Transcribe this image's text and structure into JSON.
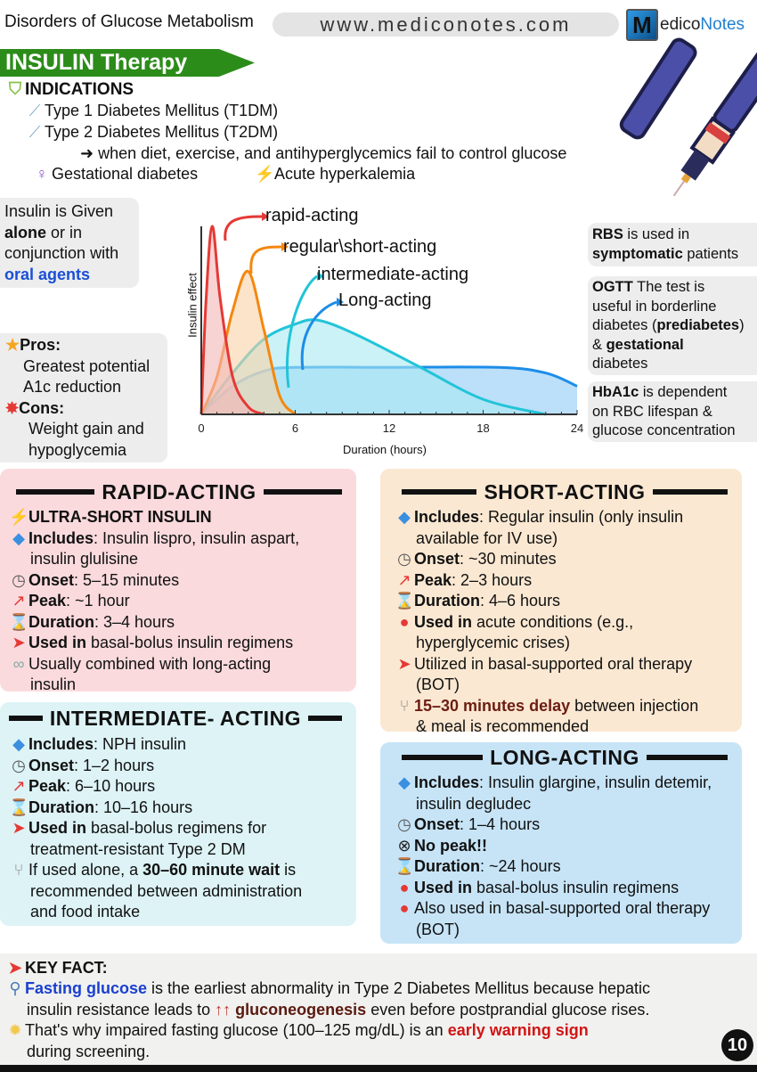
{
  "header": {
    "subject": "Disorders of Glucose Metabolism",
    "url": "www.mediconotes.com",
    "logo_m": "M",
    "logo_text1": "edico",
    "logo_text2": "Notes"
  },
  "title": "INSULIN Therapy",
  "indications": {
    "heading": "INDICATIONS",
    "type1": "Type 1 Diabetes Mellitus (T1DM)",
    "type2": "Type 2 Diabetes Mellitus (T2DM)",
    "type2_note": "➜ when diet, exercise, and antihyperglycemics fail to control glucose",
    "gestational": "Gestational diabetes",
    "hyperkalemia": "Acute hyperkalemia"
  },
  "side_note": [
    {
      "t": "Insulin is Given"
    },
    {
      "br": 1
    },
    {
      "t": "alone",
      "b": 1
    },
    {
      "t": " or in"
    },
    {
      "br": 1
    },
    {
      "t": "conjunction with"
    },
    {
      "br": 1
    },
    {
      "t": "oral agents",
      "b": 1,
      "c": "#1a4fd6"
    }
  ],
  "pros_cons": {
    "pros_label": "Pros:",
    "pros_lines": [
      "Greatest potential",
      "A1c reduction"
    ],
    "cons_label": "Cons:",
    "cons_lines": [
      "Weight gain and",
      "hypoglycemia"
    ]
  },
  "right_notes": {
    "rbs": [
      {
        "t": "RBS",
        "b": 1
      },
      {
        "t": " is used in"
      },
      {
        "br": 1
      },
      {
        "t": "symptomatic",
        "b": 1
      },
      {
        "t": " patients"
      }
    ],
    "ogtt": [
      {
        "t": "OGTT",
        "b": 1
      },
      {
        "t": " The test is"
      },
      {
        "br": 1
      },
      {
        "t": "useful in borderline"
      },
      {
        "br": 1
      },
      {
        "t": "diabetes ("
      },
      {
        "t": "prediabetes",
        "b": 1
      },
      {
        "t": ")"
      },
      {
        "br": 1
      },
      {
        "t": "& "
      },
      {
        "t": "gestational",
        "b": 1
      },
      {
        "br": 1
      },
      {
        "t": "diabetes"
      }
    ],
    "hba1c": [
      {
        "t": "HbA1c",
        "b": 1
      },
      {
        "t": " is dependent"
      },
      {
        "br": 1
      },
      {
        "t": "on RBC lifespan &"
      },
      {
        "br": 1
      },
      {
        "t": "glucose concentration"
      }
    ]
  },
  "chart_data": {
    "type": "area",
    "xlabel": "Duration (hours)",
    "ylabel": "Insulin effect",
    "xlim": [
      0,
      24
    ],
    "ylim": [
      0,
      1
    ],
    "xticks": [
      0,
      6,
      12,
      18,
      24
    ],
    "series": [
      {
        "name": "rapid-acting",
        "color": "#e53935",
        "fill": "#f4b6b6",
        "points": [
          [
            0,
            0
          ],
          [
            0.3,
            0.6
          ],
          [
            0.7,
            1.0
          ],
          [
            1.2,
            0.62
          ],
          [
            2,
            0.2
          ],
          [
            3,
            0.04
          ],
          [
            4,
            0
          ]
        ]
      },
      {
        "name": "regular\\short-acting",
        "color": "#f5870f",
        "fill": "#f9d2a6",
        "points": [
          [
            0,
            0
          ],
          [
            1,
            0.2
          ],
          [
            2,
            0.55
          ],
          [
            3,
            0.76
          ],
          [
            4,
            0.45
          ],
          [
            5,
            0.1
          ],
          [
            6,
            0
          ]
        ]
      },
      {
        "name": "intermediate-acting",
        "color": "#22c4d8",
        "fill": "#a9e9f1",
        "points": [
          [
            0,
            0
          ],
          [
            2,
            0.22
          ],
          [
            4,
            0.4
          ],
          [
            6,
            0.48
          ],
          [
            7.5,
            0.5
          ],
          [
            10,
            0.42
          ],
          [
            14,
            0.25
          ],
          [
            18,
            0.08
          ],
          [
            22,
            0
          ]
        ]
      },
      {
        "name": "Long-acting",
        "color": "#1c8de8",
        "fill": "#8fcaf6",
        "points": [
          [
            0,
            0
          ],
          [
            2,
            0.15
          ],
          [
            4,
            0.23
          ],
          [
            6,
            0.25
          ],
          [
            12,
            0.25
          ],
          [
            19,
            0.25
          ],
          [
            22,
            0.22
          ],
          [
            24,
            0.15
          ]
        ]
      }
    ]
  },
  "rapid": {
    "heading": "RAPID-ACTING",
    "items": [
      {
        "icon": "lightning-icon",
        "segs": [
          {
            "t": "ULTRA-SHORT INSULIN",
            "b": 1
          }
        ]
      },
      {
        "icon": "diamond-icon",
        "segs": [
          {
            "t": "Includes",
            "b": 1
          },
          {
            "t": ": Insulin lispro, insulin aspart,"
          },
          {
            "br": 1
          },
          {
            "t": "insulin glulisine"
          }
        ]
      },
      {
        "icon": "stopwatch-icon",
        "segs": [
          {
            "t": "Onset",
            "b": 1
          },
          {
            "t": ": 5–15 minutes"
          }
        ]
      },
      {
        "icon": "chart-up-icon",
        "segs": [
          {
            "t": "Peak",
            "b": 1
          },
          {
            "t": ": ~1 hour"
          }
        ]
      },
      {
        "icon": "hourglass-icon",
        "segs": [
          {
            "t": "Duration",
            "b": 1
          },
          {
            "t": ": 3–4 hours"
          }
        ]
      },
      {
        "icon": "pin-icon",
        "segs": [
          {
            "t": "Used in",
            "b": 1
          },
          {
            "t": " basal-bolus insulin regimens"
          }
        ]
      },
      {
        "icon": "link-icon",
        "segs": [
          {
            "t": "Usually combined with long-acting"
          },
          {
            "br": 1
          },
          {
            "t": "insulin"
          }
        ]
      }
    ]
  },
  "short": {
    "heading": "SHORT-ACTING",
    "items": [
      {
        "icon": "diamond-icon",
        "segs": [
          {
            "t": "Includes",
            "b": 1
          },
          {
            "t": ": Regular insulin (only insulin"
          },
          {
            "br": 1
          },
          {
            "t": "available for IV use)"
          }
        ]
      },
      {
        "icon": "stopwatch-icon",
        "segs": [
          {
            "t": "Onset",
            "b": 1
          },
          {
            "t": ": ~30 minutes"
          }
        ]
      },
      {
        "icon": "chart-up-icon",
        "segs": [
          {
            "t": "Peak",
            "b": 1
          },
          {
            "t": ": 2–3 hours"
          }
        ]
      },
      {
        "icon": "hourglass-icon",
        "segs": [
          {
            "t": "Duration",
            "b": 1
          },
          {
            "t": ": 4–6 hours"
          }
        ]
      },
      {
        "icon": "location-pin-icon",
        "segs": [
          {
            "t": "Used in",
            "b": 1
          },
          {
            "t": " acute conditions (e.g.,"
          },
          {
            "br": 1
          },
          {
            "t": "hyperglycemic crises)"
          }
        ]
      },
      {
        "icon": "pin-icon",
        "segs": [
          {
            "t": "Utilized in basal-supported oral therapy"
          },
          {
            "br": 1
          },
          {
            "t": "(BOT)"
          }
        ]
      },
      {
        "icon": "fork-knife-icon",
        "segs": [
          {
            "t": "15–30 minutes delay",
            "b": 1,
            "c": "#6b1d12"
          },
          {
            "t": " between injection"
          },
          {
            "br": 1
          },
          {
            "t": "& meal is recommended"
          }
        ]
      }
    ]
  },
  "intermediate": {
    "heading": "INTERMEDIATE- ACTING",
    "items": [
      {
        "icon": "diamond-icon",
        "segs": [
          {
            "t": "Includes",
            "b": 1
          },
          {
            "t": ": NPH insulin"
          }
        ]
      },
      {
        "icon": "stopwatch-icon",
        "segs": [
          {
            "t": "Onset",
            "b": 1
          },
          {
            "t": ": 1–2 hours"
          }
        ]
      },
      {
        "icon": "chart-up-icon",
        "segs": [
          {
            "t": "Peak",
            "b": 1
          },
          {
            "t": ": 6–10 hours"
          }
        ]
      },
      {
        "icon": "hourglass-icon",
        "segs": [
          {
            "t": "Duration",
            "b": 1
          },
          {
            "t": ": 10–16 hours"
          }
        ]
      },
      {
        "icon": "pin-icon",
        "segs": [
          {
            "t": "Used in",
            "b": 1
          },
          {
            "t": " basal-bolus regimens for"
          },
          {
            "br": 1
          },
          {
            "t": "treatment-resistant Type 2 DM"
          }
        ]
      },
      {
        "icon": "fork-knife-icon",
        "segs": [
          {
            "t": "If used alone, a "
          },
          {
            "t": "30–60 minute wait",
            "b": 1
          },
          {
            "t": " is"
          },
          {
            "br": 1
          },
          {
            "t": "recommended between administration"
          },
          {
            "br": 1
          },
          {
            "t": "and food intake"
          }
        ]
      }
    ]
  },
  "long": {
    "heading": "LONG-ACTING",
    "items": [
      {
        "icon": "diamond-icon",
        "segs": [
          {
            "t": "Includes",
            "b": 1
          },
          {
            "t": ": Insulin glargine, insulin detemir,"
          },
          {
            "br": 1
          },
          {
            "t": "insulin degludec"
          }
        ]
      },
      {
        "icon": "stopwatch-icon",
        "segs": [
          {
            "t": "Onset",
            "b": 1
          },
          {
            "t": ": 1–4 hours"
          }
        ]
      },
      {
        "icon": "no-entry-icon",
        "segs": [
          {
            "t": "No peak!!",
            "b": 1
          }
        ]
      },
      {
        "icon": "hourglass-icon",
        "segs": [
          {
            "t": "Duration",
            "b": 1
          },
          {
            "t": ": ~24 hours"
          }
        ]
      },
      {
        "icon": "location-pin-icon",
        "segs": [
          {
            "t": "Used in",
            "b": 1
          },
          {
            "t": " basal-bolus insulin regimens"
          }
        ]
      },
      {
        "icon": "location-pin-icon",
        "segs": [
          {
            "t": "Also used in basal-supported oral therapy"
          },
          {
            "br": 1
          },
          {
            "t": "(BOT)"
          }
        ]
      }
    ]
  },
  "key_fact": {
    "heading": "KEY FACT:",
    "items": [
      {
        "icon": "magnifier-icon",
        "segs": [
          {
            "t": "Fasting glucose",
            "b": 1,
            "c": "#1a3fd0"
          },
          {
            "t": " is the earliest abnormality in Type 2 Diabetes Mellitus because hepatic"
          },
          {
            "br": 1
          },
          {
            "t": "insulin resistance leads to "
          },
          {
            "t": "↑↑ ",
            "c": "#c0392b"
          },
          {
            "t": "gluconeogenesis",
            "b": 1,
            "c": "#5a1a10"
          },
          {
            "t": " even before postprandial glucose rises."
          }
        ]
      },
      {
        "icon": "lightbulb-icon",
        "segs": [
          {
            "t": "That's why impaired fasting glucose (100–125 mg/dL) is an "
          },
          {
            "t": "early warning sign",
            "b": 1,
            "c": "#d01515"
          },
          {
            "br": 1
          },
          {
            "t": "during screening."
          }
        ]
      }
    ]
  },
  "page_number": "10"
}
